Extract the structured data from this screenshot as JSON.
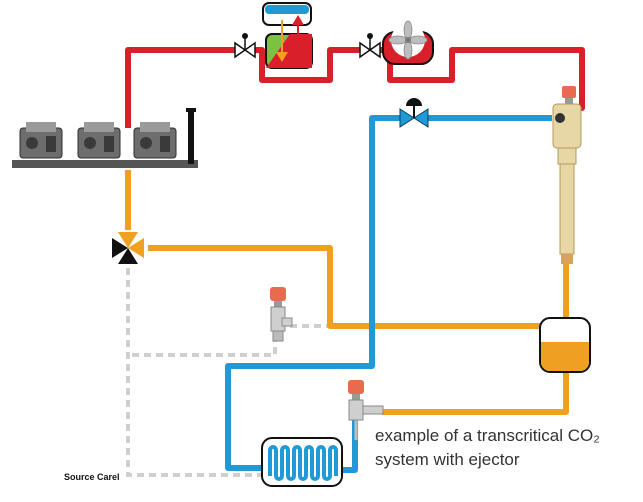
{
  "caption": {
    "line1": "example of a transcritical CO₂",
    "line2": "system with ejector"
  },
  "source": "Source Carel",
  "colors": {
    "hot_gas": "#d81f2a",
    "gas_cooler_outlet": "#f0a020",
    "liquid": "#1f9ad6",
    "suction_dashed": "#cfcfcf",
    "receiver_liquid": "#f0a020",
    "ejector_body": "#e8d7a6",
    "valve_actuator": "#e86b4f",
    "heat_exchanger_green": "#7cc142"
  },
  "icons": [
    "compressor-rack-icon",
    "three-way-valve-icon",
    "expansion-valve-icon",
    "ball-valve-icon",
    "fan-icon",
    "ejector-icon",
    "liquid-receiver-icon",
    "evaporator-coil-icon",
    "heat-reclaim-exchanger-icon"
  ]
}
